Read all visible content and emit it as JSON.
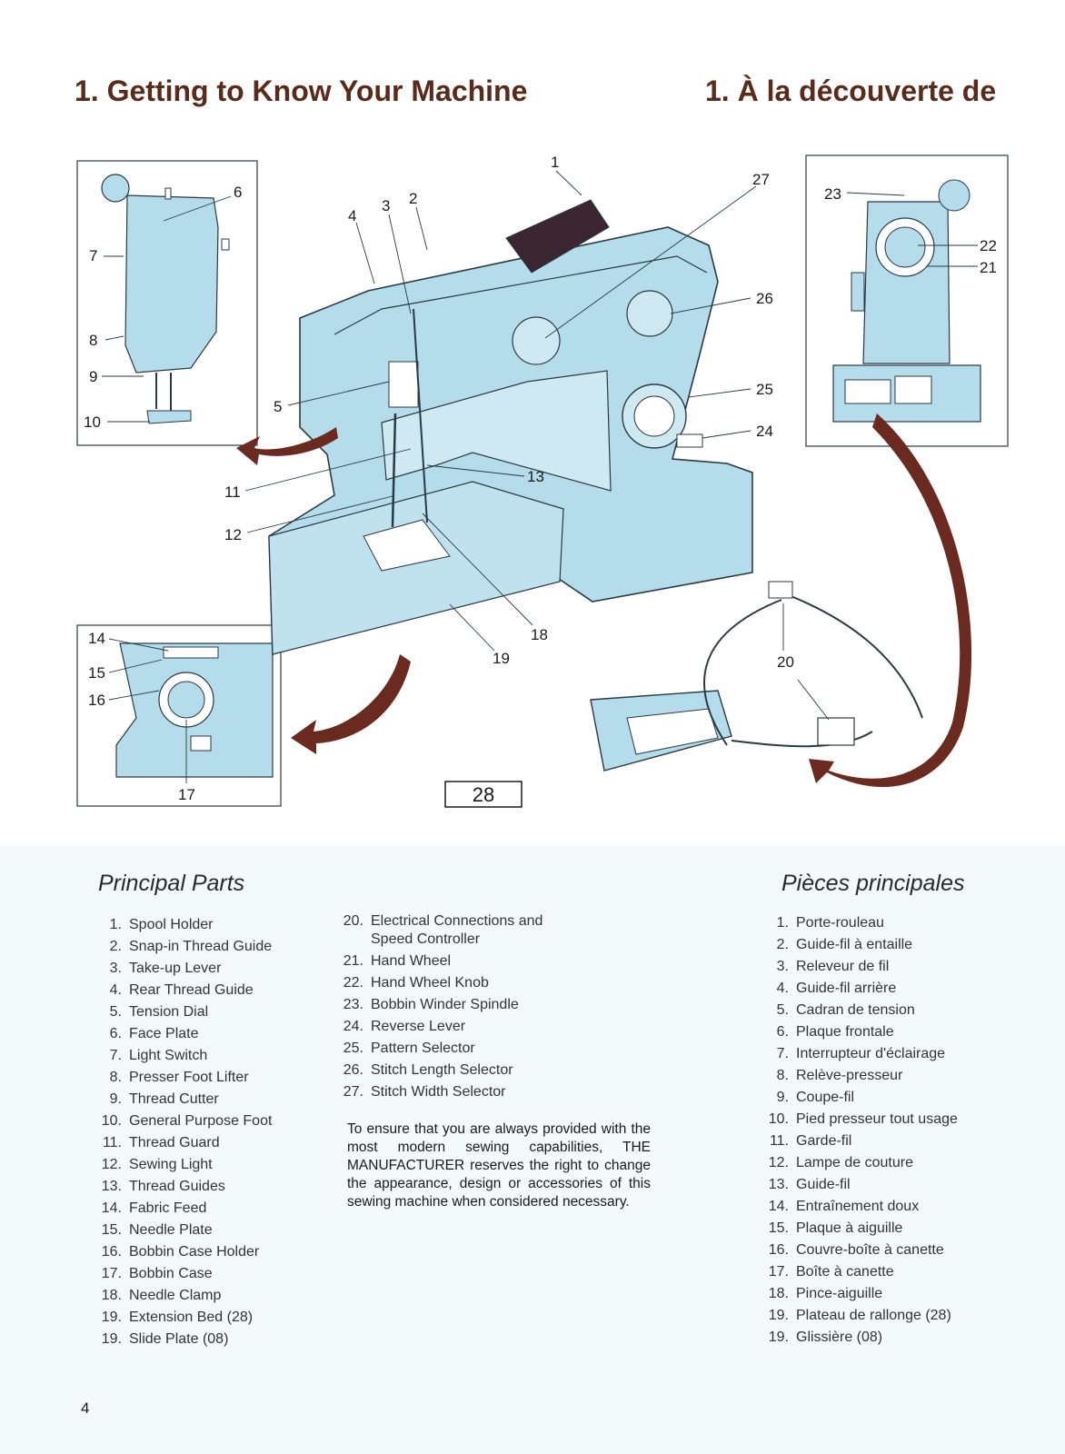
{
  "header": {
    "title_en": "1. Getting to Know Your Machine",
    "title_fr": "1. À la découverte de"
  },
  "figure": {
    "model_label": "28",
    "callouts": [
      "1",
      "2",
      "3",
      "4",
      "5",
      "6",
      "7",
      "8",
      "9",
      "10",
      "11",
      "12",
      "13",
      "14",
      "15",
      "16",
      "17",
      "18",
      "19",
      "20",
      "21",
      "22",
      "23",
      "24",
      "25",
      "26",
      "27"
    ],
    "colors": {
      "machine": "#b4dcea",
      "outline": "#2a3a44",
      "arrow": "#6b2a1f"
    }
  },
  "principal_parts": {
    "heading": "Principal Parts",
    "items": [
      {
        "num": "1.",
        "label": "Spool Holder"
      },
      {
        "num": "2.",
        "label": "Snap-in Thread Guide"
      },
      {
        "num": "3.",
        "label": "Take-up Lever"
      },
      {
        "num": "4.",
        "label": "Rear Thread Guide"
      },
      {
        "num": "5.",
        "label": "Tension Dial"
      },
      {
        "num": "6.",
        "label": "Face Plate"
      },
      {
        "num": "7.",
        "label": "Light Switch"
      },
      {
        "num": "8.",
        "label": "Presser Foot Lifter"
      },
      {
        "num": "9.",
        "label": "Thread Cutter"
      },
      {
        "num": "10.",
        "label": "General Purpose Foot"
      },
      {
        "num": "11.",
        "label": "Thread Guard"
      },
      {
        "num": "12.",
        "label": "Sewing Light"
      },
      {
        "num": "13.",
        "label": "Thread Guides"
      },
      {
        "num": "14.",
        "label": "Fabric Feed"
      },
      {
        "num": "15.",
        "label": "Needle Plate"
      },
      {
        "num": "16.",
        "label": "Bobbin Case Holder"
      },
      {
        "num": "17.",
        "label": "Bobbin Case"
      },
      {
        "num": "18.",
        "label": "Needle Clamp"
      },
      {
        "num": "19.",
        "label": "Extension Bed (28)"
      },
      {
        "num": "19.",
        "label": "Slide Plate (08)"
      }
    ],
    "items_continued": [
      {
        "num": "20.",
        "label": "Electrical Connections and Speed Controller"
      },
      {
        "num": "21.",
        "label": "Hand Wheel"
      },
      {
        "num": "22.",
        "label": "Hand Wheel Knob"
      },
      {
        "num": "23.",
        "label": "Bobbin Winder Spindle"
      },
      {
        "num": "24.",
        "label": "Reverse Lever"
      },
      {
        "num": "25.",
        "label": "Pattern Selector"
      },
      {
        "num": "26.",
        "label": "Stitch Length Selector"
      },
      {
        "num": "27.",
        "label": "Stitch Width Selector"
      }
    ],
    "notice": "To ensure that you are always provided with the most modern sewing capabilities, THE MANUFACTURER reserves the right to change the appearance, design or accessories of this sewing machine when considered necessary."
  },
  "pieces_principales": {
    "heading": "Pièces principales",
    "items": [
      {
        "num": "1.",
        "label": "Porte-rouleau"
      },
      {
        "num": "2.",
        "label": "Guide-fil à entaille"
      },
      {
        "num": "3.",
        "label": "Releveur de fil"
      },
      {
        "num": "4.",
        "label": "Guide-fil arrière"
      },
      {
        "num": "5.",
        "label": "Cadran de tension"
      },
      {
        "num": "6.",
        "label": "Plaque frontale"
      },
      {
        "num": "7.",
        "label": "Interrupteur d'éclairage"
      },
      {
        "num": "8.",
        "label": "Relève-presseur"
      },
      {
        "num": "9.",
        "label": "Coupe-fil"
      },
      {
        "num": "10.",
        "label": "Pied presseur tout usage"
      },
      {
        "num": "11.",
        "label": "Garde-fil"
      },
      {
        "num": "12.",
        "label": "Lampe de couture"
      },
      {
        "num": "13.",
        "label": "Guide-fil"
      },
      {
        "num": "14.",
        "label": "Entraînement doux"
      },
      {
        "num": "15.",
        "label": "Plaque à aiguille"
      },
      {
        "num": "16.",
        "label": "Couvre-boîte à canette"
      },
      {
        "num": "17.",
        "label": "Boîte à canette"
      },
      {
        "num": "18.",
        "label": "Pince-aiguille"
      },
      {
        "num": "19.",
        "label": "Plateau de rallonge (28)"
      },
      {
        "num": "19.",
        "label": "Glissière (08)"
      }
    ]
  },
  "footer": {
    "page_number": "4"
  }
}
